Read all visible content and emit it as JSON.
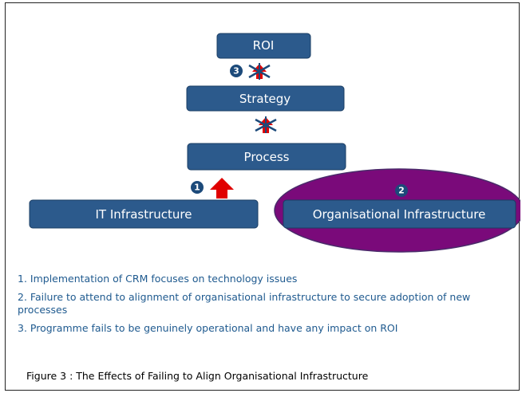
{
  "diagram": {
    "boxes": {
      "roi": "ROI",
      "strategy": "Strategy",
      "process": "Process",
      "it_infrastructure": "IT Infrastructure",
      "org_infrastructure": "Organisational Infrastructure"
    },
    "badges": {
      "one": "1",
      "two": "2",
      "three": "3"
    },
    "colors": {
      "box_fill": "#2c5a8c",
      "ellipse_fill": "#7a0a7a",
      "arrow_red": "#e00000",
      "badge_fill": "#1c4a7a"
    }
  },
  "notes": [
    "1. Implementation of CRM focuses on technology issues",
    "2. Failure to attend to alignment of organisational infrastructure to secure adoption of new processes",
    "3. Programme fails to be genuinely operational and have any impact on ROI"
  ],
  "caption": "Figure 3 : The Effects of Failing to Align Organisational Infrastructure"
}
